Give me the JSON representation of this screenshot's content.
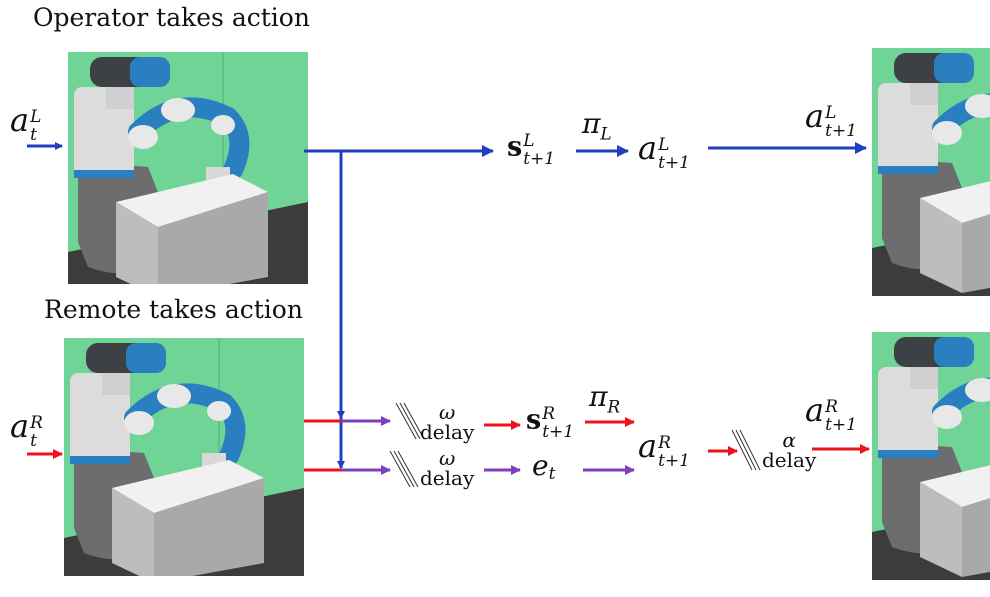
{
  "diagram": {
    "titles": {
      "operator": "Operator takes action",
      "remote": "Remote takes action"
    },
    "colors": {
      "leader_arrow": "#1f3fbf",
      "remote_arrow": "#e8141e",
      "error_arrow": "#7b3fbf",
      "scene_background": "#6fd496",
      "robot_accent": "#2a7fc0"
    },
    "labels": {
      "a_t_L": {
        "base": "a",
        "sup": "L",
        "sub": "t"
      },
      "a_t_R": {
        "base": "a",
        "sup": "R",
        "sub": "t"
      },
      "s_t1_L": {
        "base": "s",
        "sup": "L",
        "sub": "t+1"
      },
      "pi_L": {
        "base": "π",
        "sub": "L"
      },
      "a_t1_L_mid": {
        "base": "a",
        "sup": "L",
        "sub": "t+1"
      },
      "a_t1_L_out": {
        "base": "a",
        "sup": "L",
        "sub": "t+1"
      },
      "delay_top": {
        "sym": "ω",
        "word": "delay"
      },
      "delay_bottom": {
        "sym": "ω",
        "word": "delay"
      },
      "s_t1_R": {
        "base": "s",
        "sup": "R",
        "sub": "t+1"
      },
      "pi_R": {
        "base": "π",
        "sub": "R"
      },
      "e_t": {
        "base": "e",
        "sub": "t"
      },
      "a_t1_R_mid": {
        "base": "a",
        "sup": "R",
        "sub": "t+1"
      },
      "delay_out": {
        "sym": "α",
        "word": "delay"
      },
      "a_t1_R_out": {
        "base": "a",
        "sup": "R",
        "sub": "t+1"
      }
    },
    "scenes": [
      {
        "id": "operator-scene-t",
        "content": "robot arm reaching box (leader, time t)"
      },
      {
        "id": "remote-scene-t",
        "content": "robot arm reaching box (remote, time t)"
      },
      {
        "id": "operator-scene-t1",
        "content": "robot (leader, time t+1)"
      },
      {
        "id": "remote-scene-t1",
        "content": "robot (remote, time t+1)"
      }
    ]
  }
}
